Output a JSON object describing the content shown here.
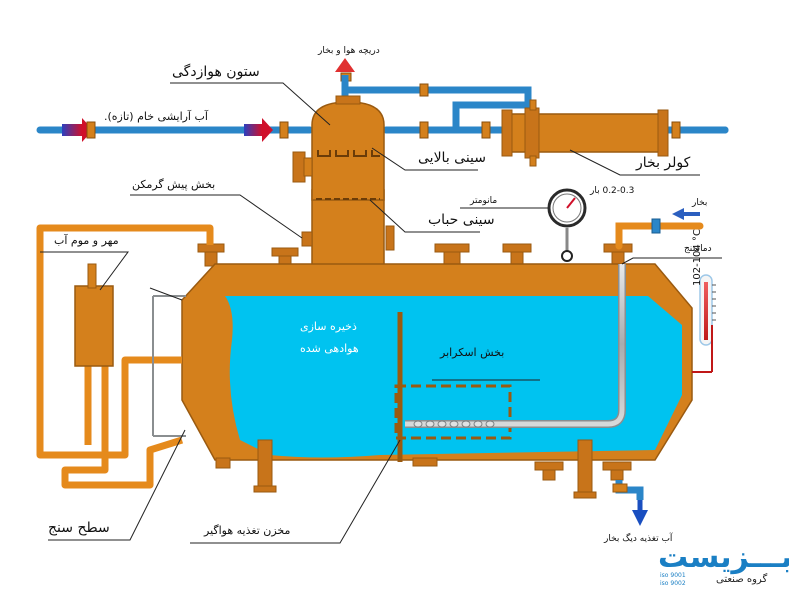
{
  "labels": {
    "air_vent": "دریچه هوا و بخار",
    "deaeration_column": "ستون هوازدگی",
    "raw_water": "آب آرایشی خام (تازه).",
    "upper_trays": "سینی بالایی",
    "steam_cooler": "کولر بخار",
    "preheat_section": "بخش پیش گرمکن",
    "pressure_range": "0.2-0.3 بار",
    "manometer": "مانومتر",
    "steam_inlet": "بخار",
    "bubble_tray": "سینی حباب",
    "seal_water": "مهر و موم آب",
    "thermometer": "دماسنج",
    "temp_range": "102-104 °C",
    "storage_line1": "ذخیره سازی",
    "storage_line2": "هوادهی شده",
    "scrubber": "بخش اسکرابر",
    "level_gauge": "سطح سنج",
    "feed_tank": "مخزن تغذیه هواگیر",
    "boiler_feed": "آب تغذیه دیگ بخار"
  },
  "logo": {
    "name": "نابـــزیست",
    "subtitle": "گروه صنعتی",
    "iso1": "iso 9001",
    "iso2": "iso 9002"
  },
  "colors": {
    "tank": "#d4801c",
    "tank_stroke": "#9a5a10",
    "water": "#00c3f0",
    "pipe_blue": "#2b86c8",
    "pipe_orange": "#e58a1c",
    "steel": "#b9bcbe"
  }
}
